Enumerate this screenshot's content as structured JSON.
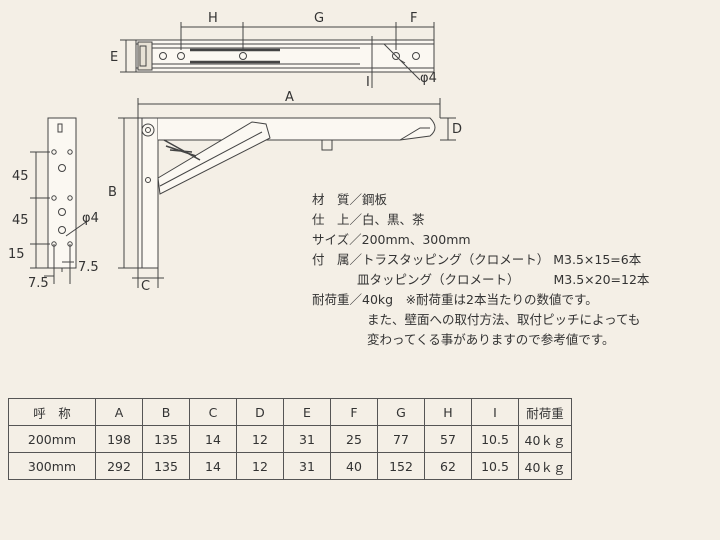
{
  "diagram": {
    "top_view_labels": [
      "H",
      "G",
      "F",
      "E",
      "I",
      "φ4"
    ],
    "side_view_labels": [
      "A",
      "B",
      "C",
      "D"
    ],
    "wall_plate_labels": [
      "45",
      "45",
      "15",
      "7.5",
      "7.5",
      "φ4"
    ]
  },
  "spec": {
    "material": "材　質／鋼板",
    "finish": "仕　上／白、黒、茶",
    "size": "サイズ／200mm、300mm",
    "accessory_1_label": "付　属／トラスタッピング（クロメート）",
    "accessory_1_value": "M3.5×15=6本",
    "accessory_2_label": "皿タッピング（クロメート）",
    "accessory_2_value": "M3.5×20=12本",
    "load_capacity": "耐荷重／40kg　※耐荷重は2本当たりの数値です。",
    "note_line_1": "また、壁面への取付方法、取付ピッチによっても",
    "note_line_2": "変わってくる事がありますので参考値です。"
  },
  "table": {
    "headers": [
      "呼　称",
      "A",
      "B",
      "C",
      "D",
      "E",
      "F",
      "G",
      "H",
      "I",
      "耐荷重"
    ],
    "rows": [
      [
        "200mm",
        "198",
        "135",
        "14",
        "12",
        "31",
        "25",
        "77",
        "57",
        "10.5",
        "40ｋｇ"
      ],
      [
        "300mm",
        "292",
        "135",
        "14",
        "12",
        "31",
        "40",
        "152",
        "62",
        "10.5",
        "40ｋｇ"
      ]
    ]
  }
}
